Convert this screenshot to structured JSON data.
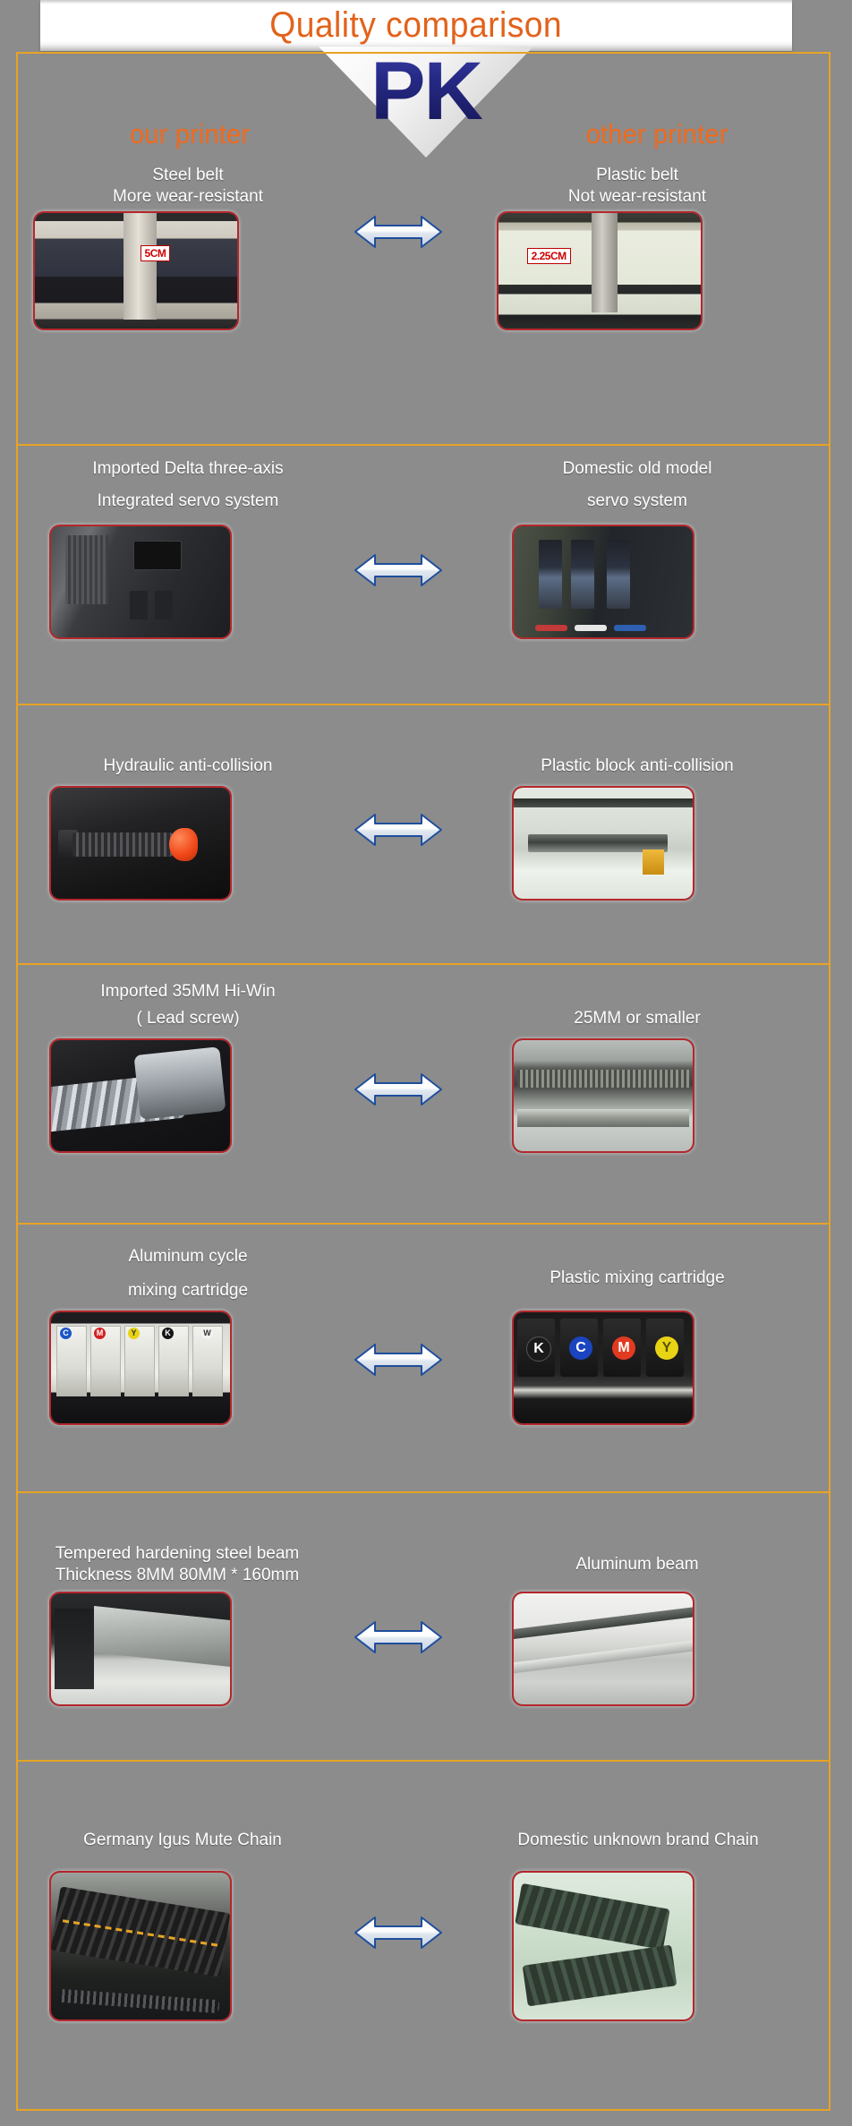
{
  "header": {
    "title": "Quality comparison",
    "emblem": "PK",
    "col_left": "our printer",
    "col_right": "other printer",
    "title_color": "#e2621b",
    "column_color": "#ef6a1e",
    "frame_color": "#e8a325",
    "photo_border_color": "#b4272b",
    "background_color": "#8c8c8c",
    "arrow_icon": "double-headed-horizontal-arrow"
  },
  "sections": [
    {
      "id": "belt",
      "left": {
        "caption_lines": [
          "Steel belt",
          "More wear-resistant"
        ],
        "photo_label": "5CM"
      },
      "right": {
        "caption_lines": [
          "Plastic belt",
          "Not wear-resistant"
        ],
        "photo_label": "2.25CM"
      }
    },
    {
      "id": "servo",
      "left": {
        "caption_lines": [
          "Imported Delta three-axis",
          "Integrated servo system"
        ]
      },
      "right": {
        "caption_lines": [
          "Domestic old model",
          "servo system"
        ]
      }
    },
    {
      "id": "anti-collision",
      "left": {
        "caption_lines": [
          "Hydraulic anti-collision"
        ]
      },
      "right": {
        "caption_lines": [
          "Plastic block anti-collision"
        ]
      }
    },
    {
      "id": "lead-screw",
      "left": {
        "caption_lines": [
          "Imported 35MM Hi-Win",
          "( Lead screw)"
        ]
      },
      "right": {
        "caption_lines": [
          "25MM or smaller"
        ]
      }
    },
    {
      "id": "mixing-cartridge",
      "left": {
        "caption_lines": [
          "Aluminum cycle",
          "mixing cartridge"
        ],
        "ink_labels": [
          "C",
          "M",
          "Y",
          "K",
          "W"
        ]
      },
      "right": {
        "caption_lines": [
          "Plastic mixing cartridge"
        ],
        "ink_labels": [
          "K",
          "C",
          "M",
          "Y"
        ]
      }
    },
    {
      "id": "beam",
      "left": {
        "caption_lines": [
          "Tempered hardening steel beam",
          "Thickness 8MM 80MM * 160mm"
        ]
      },
      "right": {
        "caption_lines": [
          "Aluminum beam"
        ]
      }
    },
    {
      "id": "chain",
      "left": {
        "caption_lines": [
          "Germany Igus Mute Chain"
        ]
      },
      "right": {
        "caption_lines": [
          "Domestic unknown brand Chain"
        ]
      }
    }
  ]
}
